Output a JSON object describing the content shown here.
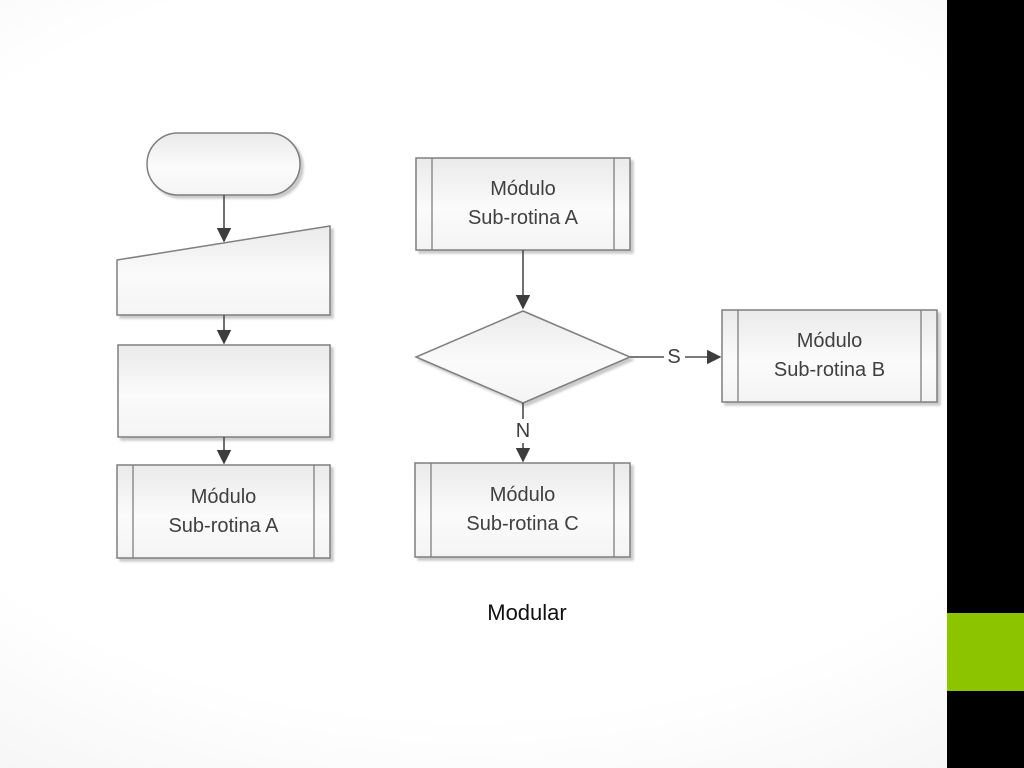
{
  "slide": {
    "caption": "Modular"
  },
  "colors": {
    "accent_green": "#8CC400",
    "sidebar_black": "#000000",
    "shape_border": "#7F7F7F",
    "arrow": "#4D4D4D",
    "node_text": "#404040"
  },
  "left_flow": {
    "subroutine_a_label": "Módulo\nSub-rotina A"
  },
  "right_flow": {
    "subroutine_a_label": "Módulo\nSub-rotina A",
    "edge_yes_label": "S",
    "edge_no_label": "N",
    "subroutine_b_label": "Módulo\nSub-rotina B",
    "subroutine_c_label": "Módulo\nSub-rotina C"
  }
}
